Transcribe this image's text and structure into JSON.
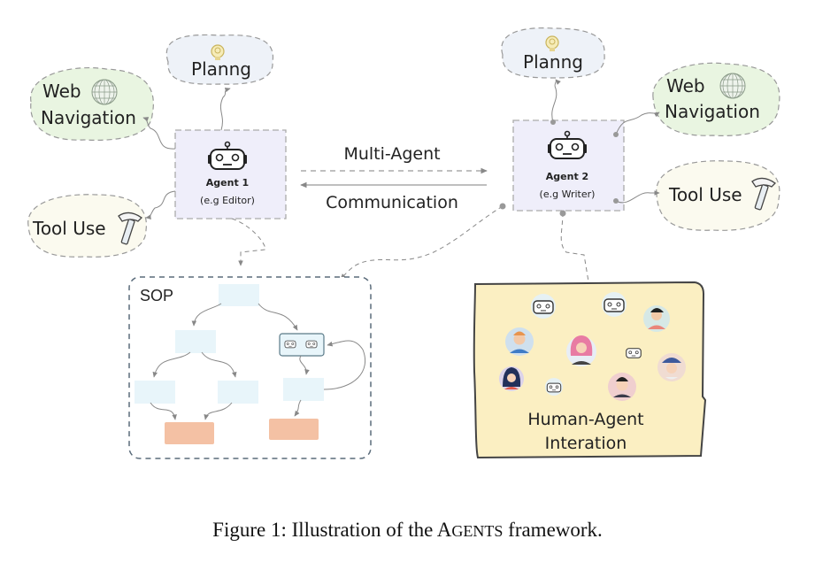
{
  "agent1": {
    "title": "Agent 1",
    "role": "(e.g Editor)"
  },
  "agent2": {
    "title": "Agent 2",
    "role": "(e.g Writer)"
  },
  "left_bubbles": {
    "planning": "Planng",
    "web_line1": "Web",
    "web_line2": "Navigation",
    "tool": "Tool Use"
  },
  "right_bubbles": {
    "planning": "Planng",
    "web_line1": "Web",
    "web_line2": "Navigation",
    "tool": "Tool Use"
  },
  "communication": {
    "line1": "Multi-Agent",
    "line2": "Communication"
  },
  "sop": {
    "label": "SOP"
  },
  "interaction": {
    "line1": "Human-Agent",
    "line2": "Interation"
  },
  "caption": {
    "prefix": "Figure 1: Illustration of the ",
    "name_first": "A",
    "name_rest": "GENTS",
    "suffix": " framework."
  },
  "colors": {
    "agent_box": "#efeefa",
    "planning_bubble": "#eef2f8",
    "web_bubble": "#e9f5e1",
    "tool_bubble": "#fbfaef",
    "sop_node": "#e8f5fa",
    "sop_terminal": "#f4c1a4",
    "interaction_bg": "#fbefc2"
  }
}
